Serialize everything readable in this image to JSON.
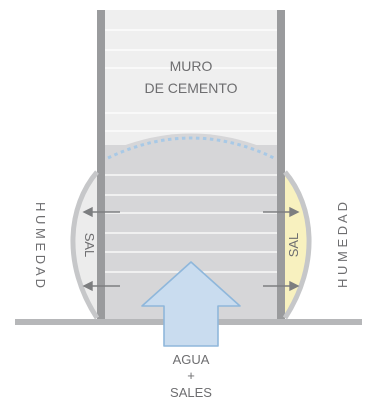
{
  "wall": {
    "label_line1": "MURO",
    "label_line2": "DE CEMENTO"
  },
  "left_side": {
    "salt_label": "SAL",
    "humidity_label": "H U M E D A D"
  },
  "right_side": {
    "salt_label": "SAL",
    "humidity_label": "H U M E D A D"
  },
  "source": {
    "line1": "AGUA",
    "line2": "+",
    "line3": "SALES"
  },
  "colors": {
    "wall_upper": "#efefef",
    "wall_lower": "#d6d6d8",
    "wall_edge": "#9a9b9d",
    "ground": "#b6b7b9",
    "salt_left": "#ececec",
    "salt_right": "#f8f1bf",
    "arrow_fill": "#c9dcef",
    "arrow_stroke": "#8fb7db",
    "dotted_line": "#a8c9e6",
    "text": "#6e6e70"
  }
}
